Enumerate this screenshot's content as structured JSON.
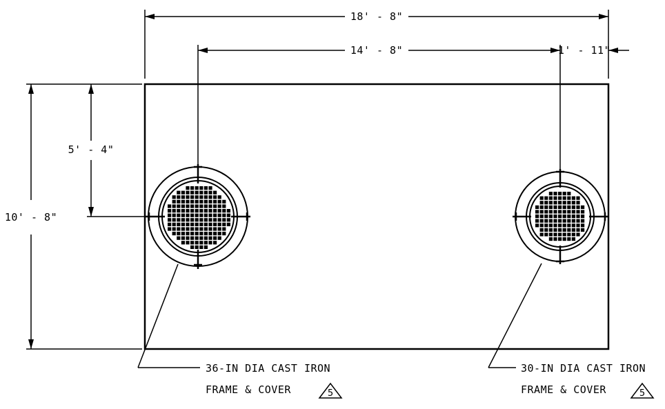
{
  "dimensions": {
    "overall_length": "18' - 8\"",
    "center_to_center": "14' - 8\"",
    "edge_offset": "1' - 11\"",
    "overall_width": "10' - 8\"",
    "center_from_top": "5' - 4\""
  },
  "callouts": {
    "left": {
      "line1": "36-IN DIA CAST IRON",
      "line2": "FRAME & COVER",
      "revision": "5"
    },
    "right": {
      "line1": "30-IN DIA CAST IRON",
      "line2": "FRAME & COVER",
      "revision": "5"
    }
  }
}
